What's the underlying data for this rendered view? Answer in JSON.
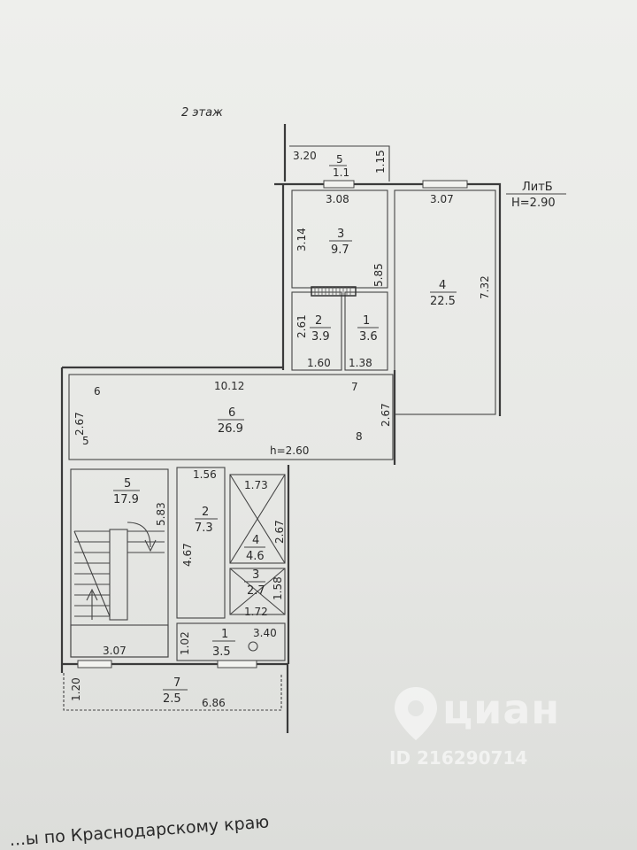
{
  "floor_label": "2 этаж",
  "lit_label": "ЛитБ",
  "height_label": "H=2.90",
  "room_height": "h=2.60",
  "watermark": {
    "name": "циан",
    "id": "ID 216290714"
  },
  "stamp_text": "...ы по Краснодарскому краю",
  "rooms": [
    {
      "id": "top-5",
      "num": "5",
      "area": "1.1"
    },
    {
      "id": "top-3",
      "num": "3",
      "area": "9.7"
    },
    {
      "id": "top-2",
      "num": "2",
      "area": "3.9"
    },
    {
      "id": "top-1",
      "num": "1",
      "area": "3.6"
    },
    {
      "id": "top-4",
      "num": "4",
      "area": "22.5"
    },
    {
      "id": "corr-6",
      "num": "6",
      "area": "26.9"
    },
    {
      "id": "stair-5",
      "num": "5",
      "area": "17.9"
    },
    {
      "id": "bot-2",
      "num": "2",
      "area": "7.3"
    },
    {
      "id": "bot-4",
      "num": "4",
      "area": "4.6"
    },
    {
      "id": "bot-3",
      "num": "3",
      "area": "2.7"
    },
    {
      "id": "bot-1",
      "num": "1",
      "area": "3.5"
    },
    {
      "id": "bot-7",
      "num": "7",
      "area": "2.5"
    }
  ],
  "dims": [
    "3.20",
    "1.15",
    "3.08",
    "3.07",
    "3.14",
    "5.85",
    "7.32",
    "2.61",
    "1.60",
    "1.38",
    "10.12",
    "2.67",
    "2.67",
    "1.56",
    "5.83",
    "4.67",
    "1.73",
    "2.67",
    "1.58",
    "1.72",
    "1.02",
    "3.40",
    "3.07",
    "1.20",
    "6.86"
  ],
  "marks": [
    "6",
    "7",
    "5",
    "8",
    "O"
  ]
}
